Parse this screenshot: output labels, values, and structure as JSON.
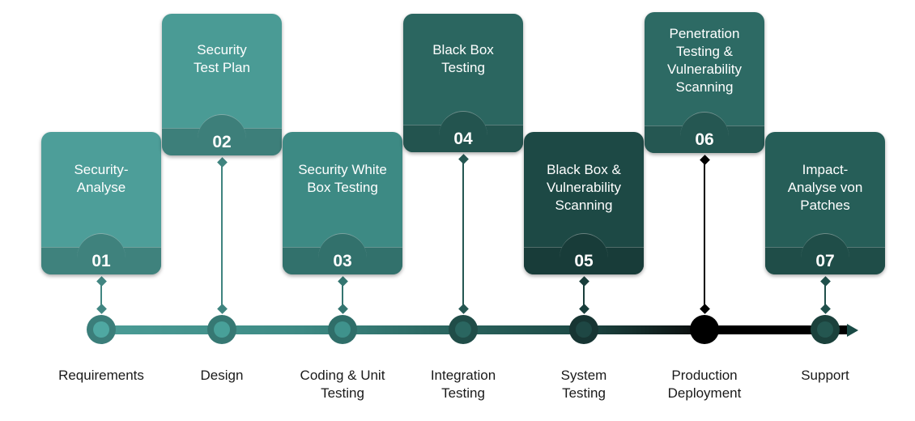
{
  "steps": [
    {
      "number": "01",
      "title": "Security-\nAnalyse",
      "phase": "Requirements",
      "color": "#4d9e99",
      "node_color": "#4fa8a2"
    },
    {
      "number": "02",
      "title": "Security\nTest Plan",
      "phase": "Design",
      "color": "#4a9b95",
      "node_color": "#48a099"
    },
    {
      "number": "03",
      "title": "Security White\nBox Testing",
      "phase": "Coding & Unit\nTesting",
      "color": "#3d8a84",
      "node_color": "#3f928c"
    },
    {
      "number": "04",
      "title": "Black Box\nTesting",
      "phase": "Integration\nTesting",
      "color": "#2b6660",
      "node_color": "#2a6660"
    },
    {
      "number": "05",
      "title": "Black Box &\nVulnerability\nScanning",
      "phase": "System\nTesting",
      "color": "#1d4945",
      "node_color": "#1e4744"
    },
    {
      "number": "06",
      "title": "Penetration\nTesting &\nVulnerability\nScanning",
      "phase": "Production\nDeployment",
      "color": "#2d6a64",
      "node_color": "#000000"
    },
    {
      "number": "07",
      "title": "Impact-\nAnalyse von\nPatches",
      "phase": "Support",
      "color": "#265e58",
      "node_color": "#245650"
    }
  ]
}
